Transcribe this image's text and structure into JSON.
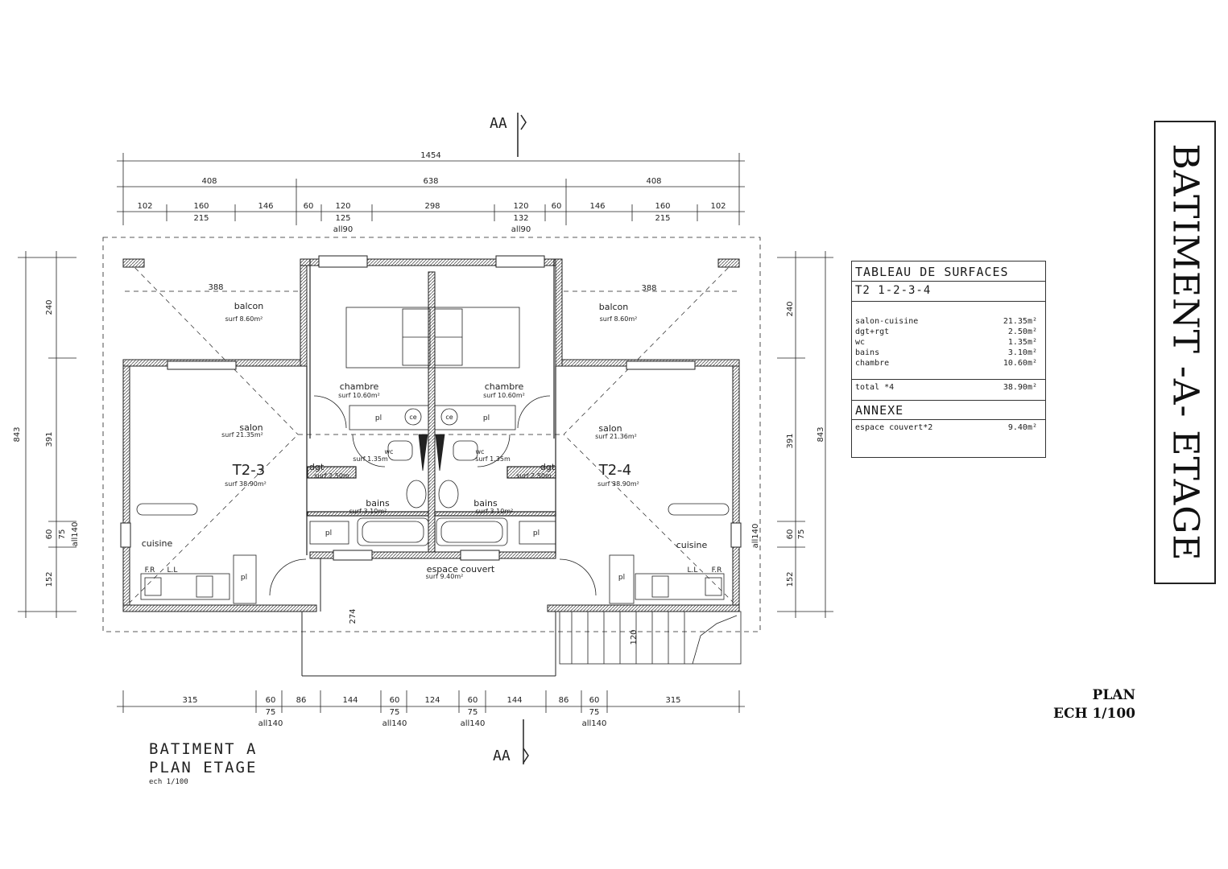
{
  "section_marks": {
    "top": "AA",
    "bottom": "AA"
  },
  "overall_dims": {
    "total": "1454",
    "left": "408",
    "center": "638",
    "right": "408"
  },
  "top_dims": [
    "102",
    "160",
    "146",
    "60",
    "120",
    "298",
    "120",
    "60",
    "146",
    "160",
    "102"
  ],
  "top_subdims": {
    "left_215": "215",
    "left_125": "125",
    "left_all": "all90",
    "right_132": "132",
    "right_all": "all90",
    "right_215": "215"
  },
  "balcony_width": "388",
  "side_dims": {
    "total": "843",
    "d240": "240",
    "d391": "391",
    "d60": "60",
    "d75": "75",
    "d152": "152",
    "all140": "all140"
  },
  "bottom_dims": [
    "315",
    "60",
    "86",
    "144",
    "60",
    "124",
    "60",
    "144",
    "86",
    "60",
    "315"
  ],
  "bottom_subdims": {
    "d75": "75",
    "all140": "all140"
  },
  "stair_dims": {
    "d274": "274",
    "d120": "120"
  },
  "rooms": {
    "balcon": "balcon",
    "balcon_surf": "surf  8.60m²",
    "chambre": "chambre",
    "chambre_surf": "surf  10.60m²",
    "salon": "salon",
    "salon_left_surf": "surf  21.35m²",
    "salon_right_surf": "surf  21.36m²",
    "unit_left": "T2-3",
    "unit_right": "T2-4",
    "unit_surf": "surf  38.90m²",
    "dgt": "dgt",
    "dgt_surf": "surf  2.50m",
    "wc": "wc",
    "wc_surf": "surf  1.35m",
    "bains": "bains",
    "bains_surf": "surf  3.10m²",
    "cuisine": "cuisine",
    "pl": "pl",
    "ce": "ce",
    "fr": "F.R",
    "ll": "L.L",
    "espace_couvert": "espace  couvert",
    "espace_surf": "surf  9.40m²"
  },
  "surface_table": {
    "title": "TABLEAU DE SURFACES",
    "subtitle": "T2  1-2-3-4",
    "rows": [
      {
        "label": "salon-cuisine",
        "value": "21.35m²"
      },
      {
        "label": "dgt+rgt",
        "value": "2.50m²"
      },
      {
        "label": "wc",
        "value": "1.35m²"
      },
      {
        "label": "bains",
        "value": "3.10m²"
      },
      {
        "label": "chambre",
        "value": "10.60m²"
      }
    ],
    "total_label": "total  *4",
    "total_value": "38.90m²",
    "annexe_title": "ANNEXE",
    "annexe_label": "espace  couvert*2",
    "annexe_value": "9.40m²"
  },
  "sheet_title": "BATIMENT -A- ETAGE",
  "scale_label": {
    "line1": "PLAN",
    "line2": "ECH 1/100"
  },
  "caption": {
    "line1": "BATIMENT A",
    "line2": "PLAN ETAGE",
    "line3": "ech  1/100"
  }
}
